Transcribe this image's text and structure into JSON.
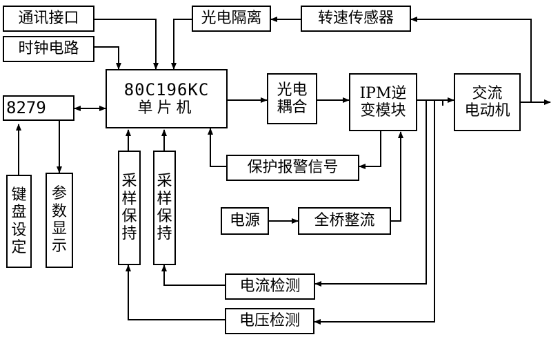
{
  "blocks": {
    "comm_interface": "通讯接口",
    "clock_circuit": "时钟电路",
    "mcu_model": "80C196KC",
    "mcu_label": "单片机",
    "keypad_display_chip": "8279",
    "key_setting": "键盘设定",
    "param_display": "参数显示",
    "sample_hold_1": "采样保持",
    "sample_hold_2": "采样保持",
    "photo_isolation": "光电隔离",
    "speed_sensor": "转速传感器",
    "photo_coupling": "光电\n耦合",
    "ipm_inverter": "IPM逆\n变模块",
    "ac_motor": "交流\n电动机",
    "protect_alarm": "保护报警信号",
    "power_source": "电源",
    "full_bridge_rectifier": "全桥整流",
    "current_detect": "电流检测",
    "voltage_detect": "电压检测"
  },
  "colors": {
    "line": "#000000",
    "background": "#ffffff"
  }
}
